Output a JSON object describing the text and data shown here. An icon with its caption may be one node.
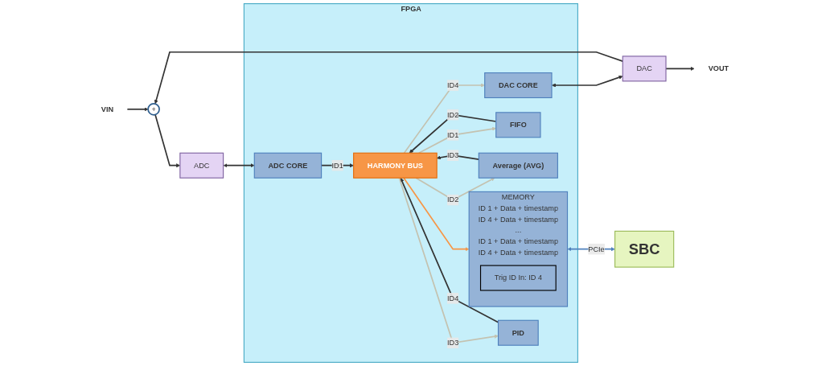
{
  "diagram": {
    "nodes": [
      {
        "text": [
          "VIN"
        ]
      },
      {
        "text": [
          "+"
        ]
      },
      {
        "text": [
          "ADC"
        ]
      },
      {
        "text": [
          "DAC"
        ]
      },
      {
        "text": [
          "VOUT"
        ]
      },
      {
        "text": [
          "FPGA"
        ]
      },
      {
        "text": [
          "ADC CORE"
        ],
        "in": 5
      },
      {
        "text": [
          "FIFO"
        ],
        "in": 5
      },
      {
        "text": [
          "Average (AVG)"
        ],
        "in": 5
      },
      {
        "text": [
          "HARMONY BUS"
        ],
        "in": 5
      },
      {
        "text": [
          "MEMORY",
          "ID 1 + Data + timestamp",
          "ID 4 + Data + timestamp",
          "...",
          "ID 1 + Data + timestamp",
          "ID 4 + Data + timestamp"
        ],
        "in": 5
      },
      {
        "text": [
          "Trig ID In: ID 4"
        ],
        "in": 10
      },
      {
        "text": [
          "DAC CORE"
        ],
        "in": 5
      },
      {
        "text": [
          "PID"
        ],
        "in": 5
      },
      {
        "text": [
          "SBC"
        ]
      }
    ],
    "edges": [
      {
        "from": 0,
        "to": 1,
        "arrow": "to"
      },
      {
        "from": 1,
        "to": 2,
        "arrow": "to"
      },
      {
        "from": 2,
        "to": 6,
        "arrow": "both"
      },
      {
        "from": 6,
        "to": 9,
        "label": "ID1",
        "arrow": "to"
      },
      {
        "from": 9,
        "to": 7,
        "label": "ID1",
        "arrow": "to",
        "color": "#c4c2b0"
      },
      {
        "from": 7,
        "to": 9,
        "label": "ID2",
        "arrow": "to"
      },
      {
        "from": 9,
        "to": 8,
        "label": "ID2",
        "arrow": "to",
        "color": "#c4c2b0"
      },
      {
        "from": 8,
        "to": 9,
        "label": "ID3",
        "arrow": "to"
      },
      {
        "from": 9,
        "to": 10,
        "arrow": "to",
        "color": "#f79646"
      },
      {
        "from": 9,
        "to": 12,
        "label": "ID4",
        "arrow": "to",
        "color": "#c4c2b0"
      },
      {
        "from": 13,
        "to": 9,
        "label": "ID4",
        "arrow": "to"
      },
      {
        "from": 9,
        "to": 13,
        "label": "ID3",
        "arrow": "to",
        "color": "#c4c2b0"
      },
      {
        "from": 12,
        "to": 3,
        "arrow": "both"
      },
      {
        "from": 3,
        "to": 4,
        "arrow": "to"
      },
      {
        "from": 3,
        "to": 1,
        "arrow": "to"
      },
      {
        "from": 10,
        "to": 14,
        "label": "PCIe",
        "arrow": "both",
        "color": "#4f81bd"
      }
    ]
  }
}
